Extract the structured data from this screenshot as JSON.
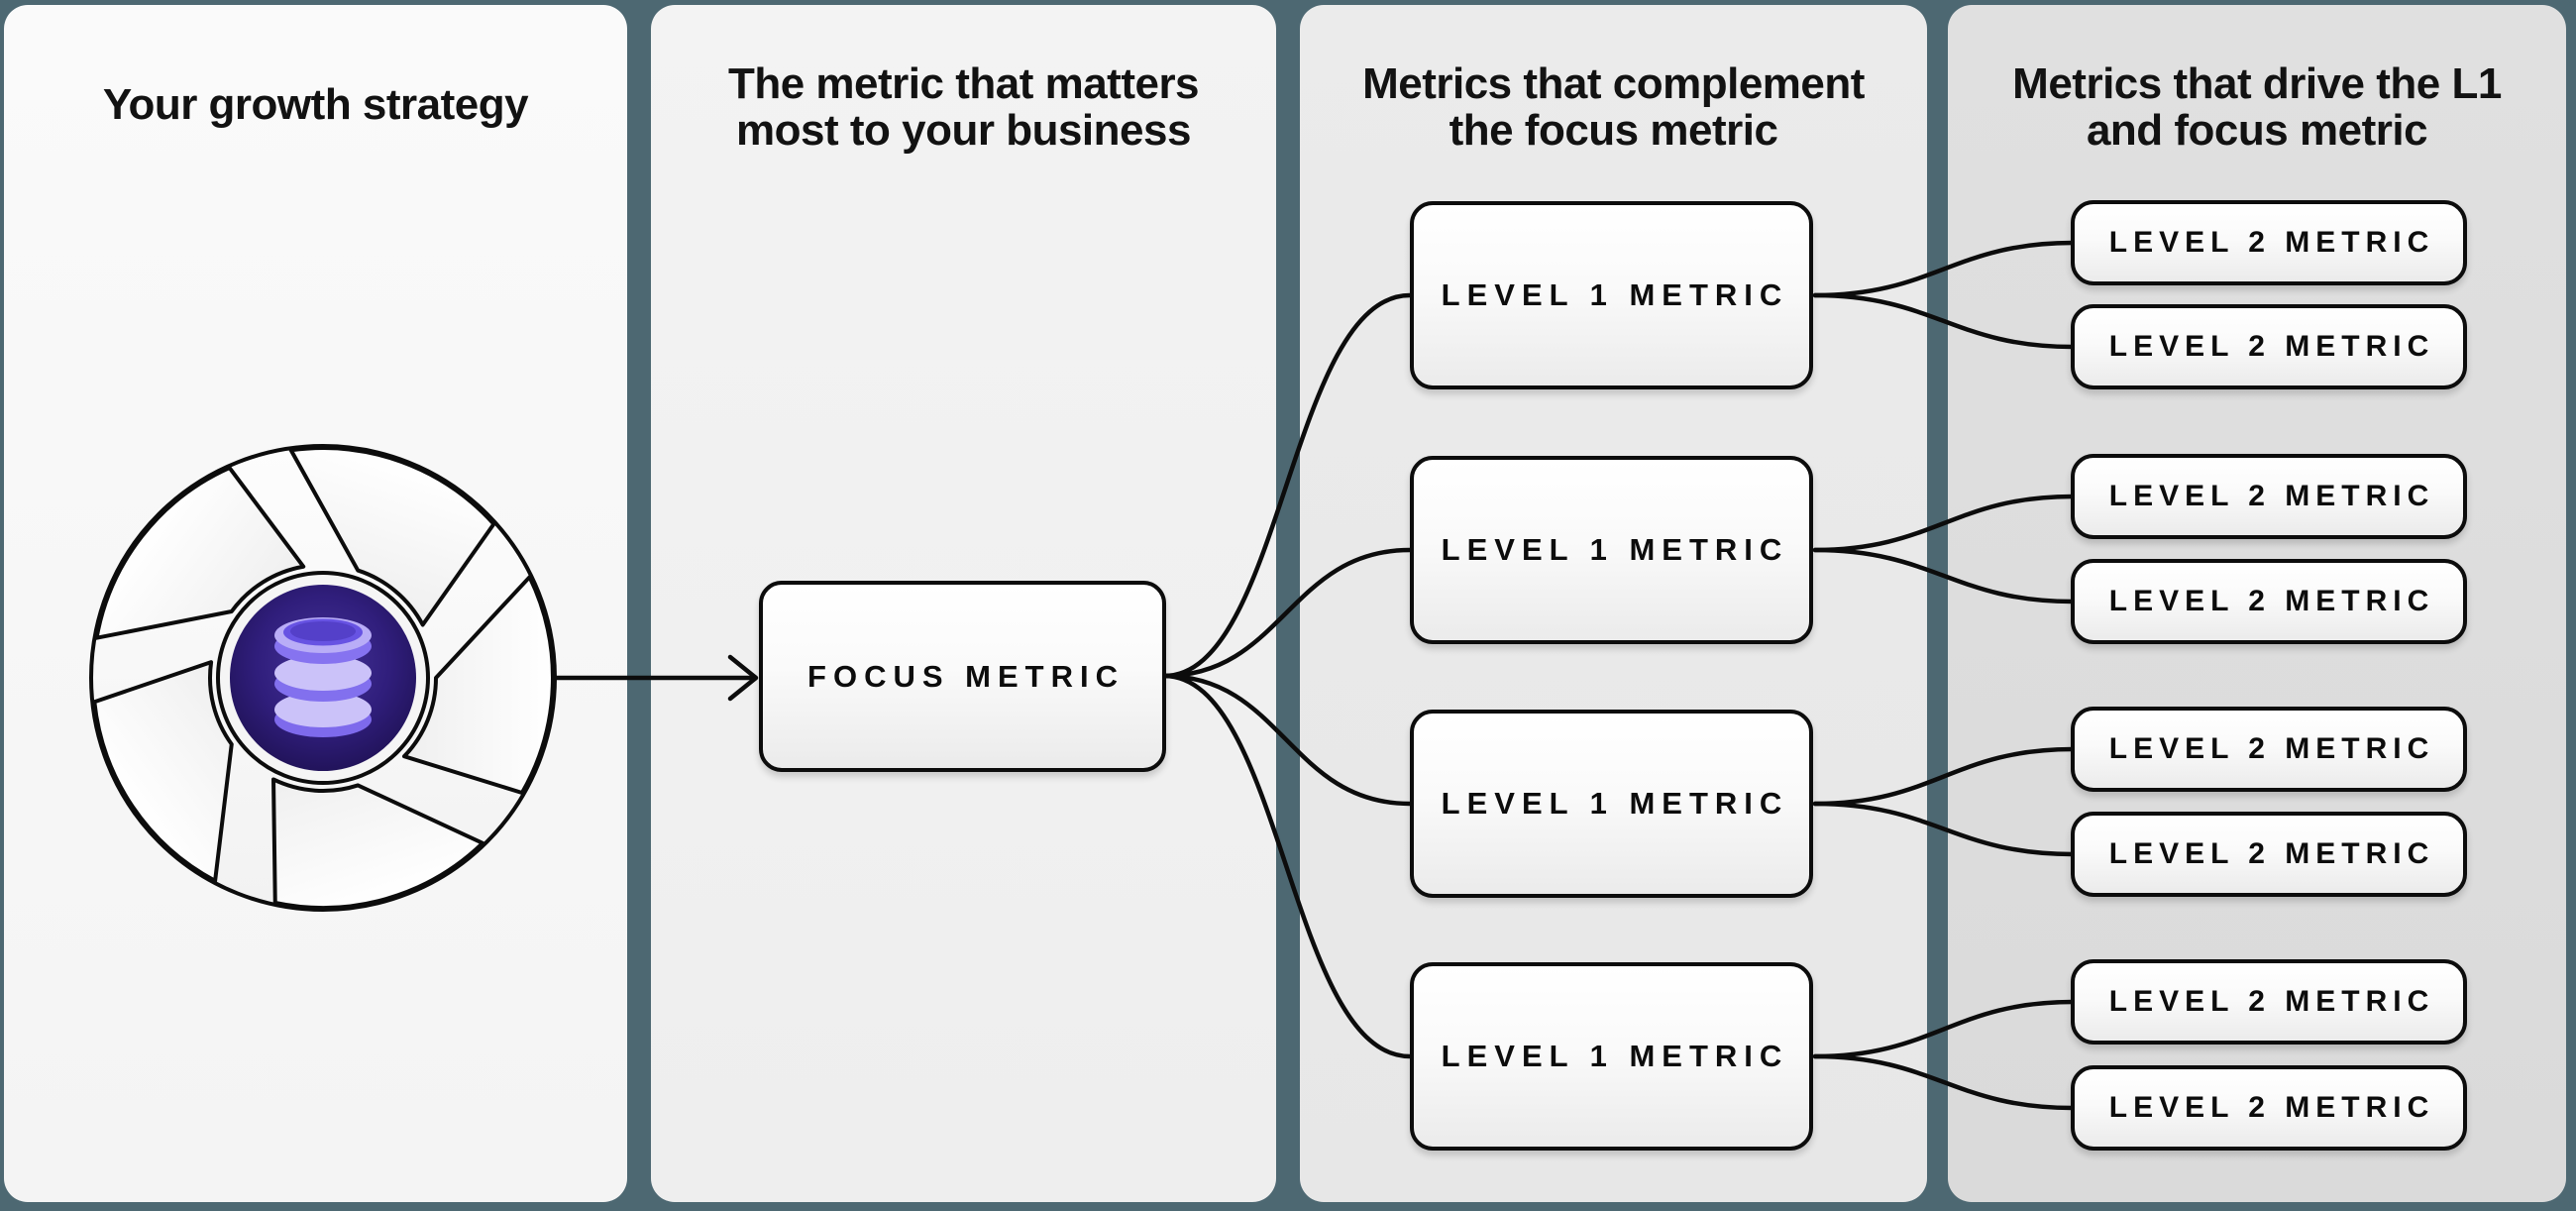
{
  "colors": {
    "background": "#4d6872",
    "panel_1": "#f6f6f6",
    "panel_2": "#f0f0f0",
    "panel_3": "#e9e9e9",
    "panel_4": "#dddddd",
    "line": "#0c0c0c",
    "hub_purple_dark": "#221156",
    "hub_purple_mid": "#40309c",
    "database_purple_light": "#cbc2f9",
    "database_purple_mid": "#8874f0",
    "database_purple_dark": "#6753e3"
  },
  "panels": [
    {
      "title_lines": [
        "Your growth strategy"
      ]
    },
    {
      "title_lines": [
        "The metric that matters",
        "most to your business"
      ]
    },
    {
      "title_lines": [
        "Metrics that complement",
        "the focus metric"
      ]
    },
    {
      "title_lines": [
        "Metrics that drive the L1",
        "and focus metric"
      ]
    }
  ],
  "boxes": {
    "focus": {
      "label": "FOCUS METRIC"
    },
    "l1": [
      {
        "label": "LEVEL 1 METRIC"
      },
      {
        "label": "LEVEL 1 METRIC"
      },
      {
        "label": "LEVEL 1 METRIC"
      },
      {
        "label": "LEVEL 1 METRIC"
      }
    ],
    "l2": [
      {
        "label": "LEVEL 2 METRIC"
      },
      {
        "label": "LEVEL 2 METRIC"
      },
      {
        "label": "LEVEL 2 METRIC"
      },
      {
        "label": "LEVEL 2 METRIC"
      },
      {
        "label": "LEVEL 2 METRIC"
      },
      {
        "label": "LEVEL 2 METRIC"
      },
      {
        "label": "LEVEL 2 METRIC"
      },
      {
        "label": "LEVEL 2 METRIC"
      }
    ]
  },
  "icons": {
    "flywheel": "flywheel-database-icon"
  }
}
